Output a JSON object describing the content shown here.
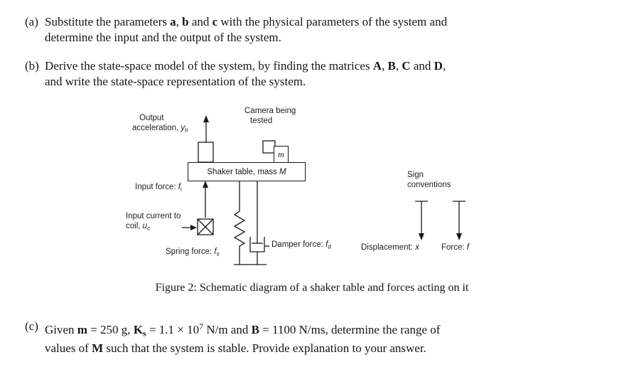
{
  "page": {
    "background": "#ffffff",
    "text_color": "#161616"
  },
  "problems": {
    "a": {
      "label": "(a)",
      "segments": [
        {
          "t": "Substitute the parameters "
        },
        {
          "t": "a",
          "b": true
        },
        {
          "t": ", "
        },
        {
          "t": "b",
          "b": true
        },
        {
          "t": " and "
        },
        {
          "t": "c",
          "b": true
        },
        {
          "t": " with the physical parameters of the system and\ndetermine the input and the output of the system."
        }
      ]
    },
    "b": {
      "label": "(b)",
      "segments": [
        {
          "t": "Derive the state-space model of the system, by finding the matrices "
        },
        {
          "t": "A",
          "b": true
        },
        {
          "t": ", "
        },
        {
          "t": "B",
          "b": true
        },
        {
          "t": ", "
        },
        {
          "t": "C",
          "b": true
        },
        {
          "t": " and "
        },
        {
          "t": "D",
          "b": true
        },
        {
          "t": ",\nand write the state-space representation of the system."
        }
      ]
    },
    "c": {
      "label": "(c)",
      "segments": [
        {
          "t": "Given "
        },
        {
          "t": "m",
          "b": true
        },
        {
          "t": " = 250 g, "
        },
        {
          "t": "K",
          "b": true
        },
        {
          "t": "s",
          "b": true,
          "sub": true
        },
        {
          "t": " = 1.1 × 10"
        },
        {
          "t": "7",
          "sup": true
        },
        {
          "t": " N/m and "
        },
        {
          "t": "B",
          "b": true
        },
        {
          "t": " = 1100 N/ms, determine the range of\nvalues of "
        },
        {
          "t": "M",
          "b": true
        },
        {
          "t": " such that the system is stable. Provide explanation to your answer."
        }
      ]
    }
  },
  "figure": {
    "caption": "Figure 2: Schematic diagram of a shaker table and forces acting on it",
    "labels": {
      "output_acceleration_line1": "Output",
      "output_acceleration_line2": [
        {
          "t": "acceleration, "
        },
        {
          "t": "y",
          "i": true
        },
        {
          "t": "b",
          "i": true,
          "sub": true
        }
      ],
      "camera_line1": "Camera being",
      "camera_line2": "tested",
      "camera_mass": [
        {
          "t": "m",
          "i": true
        }
      ],
      "shaker_table": [
        {
          "t": "Shaker table, mass "
        },
        {
          "t": "M",
          "i": true
        }
      ],
      "input_force": [
        {
          "t": "Input force: "
        },
        {
          "t": "f",
          "i": true
        },
        {
          "t": "i",
          "sub": true
        }
      ],
      "input_current_line1": "Input current to",
      "input_current_line2": [
        {
          "t": "coil, "
        },
        {
          "t": "u",
          "i": true
        },
        {
          "t": "c",
          "i": true,
          "sub": true
        }
      ],
      "spring_force": [
        {
          "t": "Spring force: "
        },
        {
          "t": "f",
          "i": true
        },
        {
          "t": "s",
          "sub": true
        }
      ],
      "damper_force": [
        {
          "t": "Damper force: "
        },
        {
          "t": "f",
          "i": true
        },
        {
          "t": "d",
          "sub": true
        }
      ],
      "sign_conventions_line1": "Sign",
      "sign_conventions_line2": "conventions",
      "displacement": [
        {
          "t": "Displacement: "
        },
        {
          "t": "x",
          "i": true
        }
      ],
      "force": [
        {
          "t": "Force: "
        },
        {
          "t": "f",
          "i": true
        }
      ]
    }
  }
}
